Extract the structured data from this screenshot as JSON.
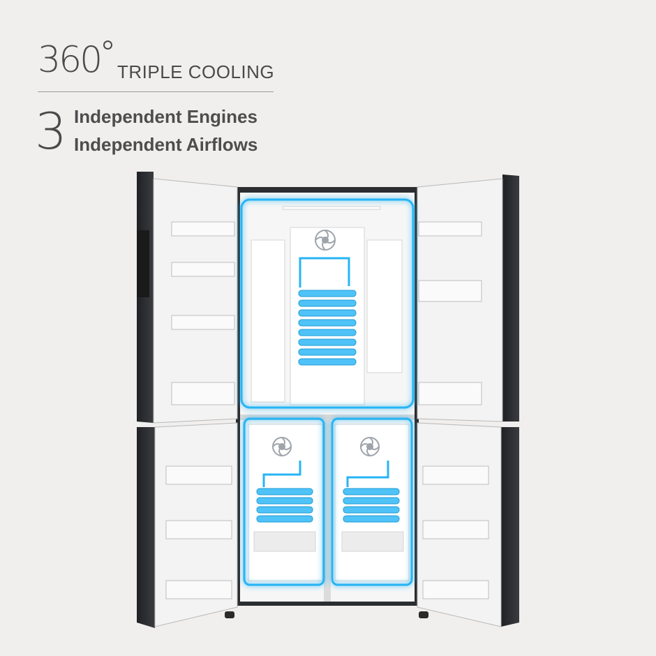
{
  "headline": {
    "logo_text": "360",
    "tagline": "TRIPLE COOLING",
    "number": "3",
    "line1": "Independent Engines",
    "line2": "Independent Airflows"
  },
  "colors": {
    "background": "#f1efee",
    "text": "#4a4a4a",
    "cooling_glow": "#27b4f5",
    "coil": "#4fc3f7",
    "cabinet": "#2b2d30"
  },
  "icons": [
    "fan-icon",
    "evaporator-coil-icon"
  ]
}
